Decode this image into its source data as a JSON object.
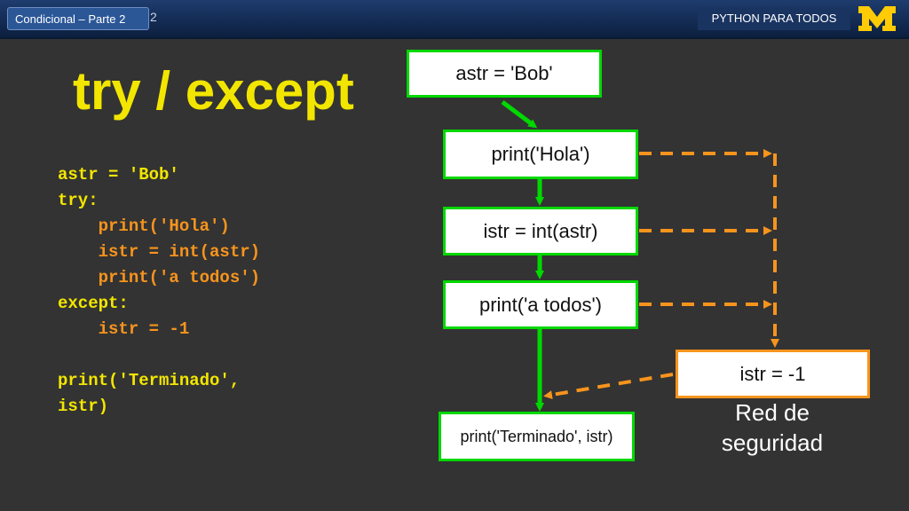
{
  "header": {
    "tab_label": "Condicional – Parte 2",
    "tab_overflow": "2",
    "course_label": "PYTHON PARA TODOS",
    "logo_letter": "M"
  },
  "slide": {
    "title": "try / except",
    "code_lines": [
      "astr = 'Bob'",
      "try:",
      "    print('Hola')",
      "    istr = int(astr)",
      "    print('a todos')",
      "except:",
      "    istr = -1",
      "",
      "print('Terminado',",
      "istr)"
    ]
  },
  "flowchart": {
    "box_astr": "astr = 'Bob'",
    "box_hola": "print('Hola')",
    "box_int": "istr = int(astr)",
    "box_todos": "print('a todos')",
    "box_except": "istr = -1",
    "box_terminado": "print('Terminado', istr)",
    "safety_label": "Red de seguridad",
    "colors": {
      "normal_path": "#00d800",
      "error_path": "#f7941d",
      "title": "#f2e600"
    }
  }
}
